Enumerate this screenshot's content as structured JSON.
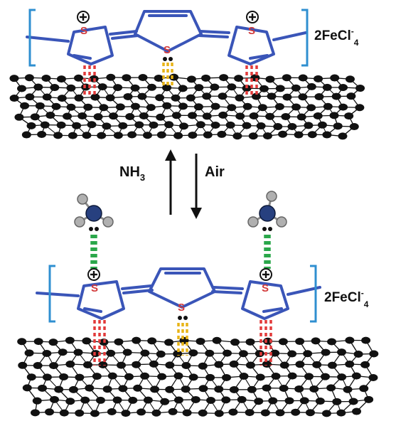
{
  "top": {
    "counterion": {
      "base": "2FeCl",
      "sup": "-",
      "sub": "4"
    },
    "ring_atoms": [
      "S",
      "S",
      "S"
    ]
  },
  "bottom": {
    "counterion": {
      "base": "2FeCl",
      "sup": "-",
      "sub": "4"
    },
    "ring_atoms": [
      "S",
      "S",
      "S"
    ]
  },
  "arrows": {
    "left": {
      "base": "NH",
      "sub": "3"
    },
    "right": "Air"
  },
  "colors": {
    "polymer": "#3a55b8",
    "bracket": "#2f8fd0",
    "sulfur": "#d23a3a",
    "red_bond": "#e23a3a",
    "yellow_bond": "#e8b417",
    "green_bond": "#2aa74a",
    "nitrogen": "#27407f",
    "hydrogen": "#b0b0b0",
    "nanotube": "#111111"
  },
  "icons": [
    "plus-charge-icon",
    "lone-pair-icon"
  ]
}
